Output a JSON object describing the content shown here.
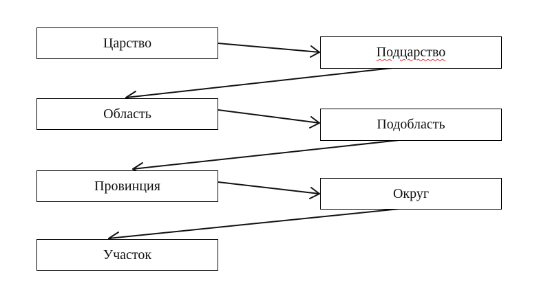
{
  "diagram": {
    "nodes": [
      {
        "id": "kingdom",
        "label": "Царство",
        "spellcheck_underline": false
      },
      {
        "id": "subkingdom",
        "label": "Подцарство",
        "spellcheck_underline": true
      },
      {
        "id": "region",
        "label": "Область",
        "spellcheck_underline": false
      },
      {
        "id": "subregion",
        "label": "Подобласть",
        "spellcheck_underline": false
      },
      {
        "id": "province",
        "label": "Провинция",
        "spellcheck_underline": false
      },
      {
        "id": "district",
        "label": "Округ",
        "spellcheck_underline": false
      },
      {
        "id": "plot",
        "label": "Участок",
        "spellcheck_underline": false
      }
    ],
    "edges": [
      {
        "from": "kingdom",
        "to": "subkingdom"
      },
      {
        "from": "subkingdom",
        "to": "region"
      },
      {
        "from": "region",
        "to": "subregion"
      },
      {
        "from": "subregion",
        "to": "province"
      },
      {
        "from": "province",
        "to": "district"
      },
      {
        "from": "district",
        "to": "plot"
      }
    ],
    "colors": {
      "line": "#000000",
      "box_border": "#000000",
      "spellcheck": "#e03030"
    }
  }
}
